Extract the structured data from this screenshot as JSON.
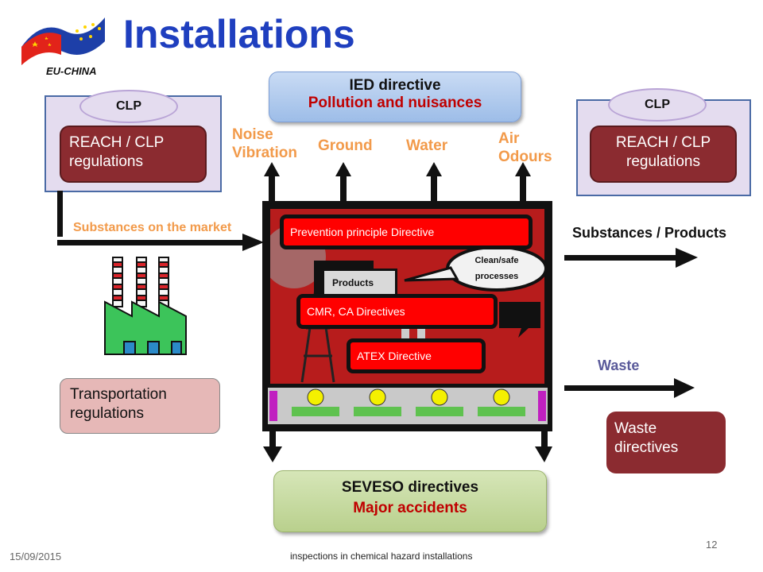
{
  "logo": {
    "text": "EU-CHINA"
  },
  "title": "Installations",
  "ied": {
    "title": "IED directive",
    "subtitle": "Pollution and nuisances"
  },
  "emissions": {
    "noise_line1": "Noise",
    "noise_line2": "Vibration",
    "ground": "Ground",
    "water": "Water",
    "air_line1": "Air",
    "air_line2": "Odours"
  },
  "left_panel": {
    "clp": "CLP",
    "reach_line1": "REACH / CLP",
    "reach_line2": "regulations"
  },
  "right_panel": {
    "clp": "CLP",
    "reach_line1": "REACH / CLP",
    "reach_line2": "regulations"
  },
  "substances_market": "Substances on the market",
  "substances_products": "Substances / Products",
  "plant": {
    "prevention": "Prevention principle Directive",
    "clean_line1": "Clean/safe",
    "clean_line2": "processes",
    "products": "Products",
    "cmr": "CMR, CA Directives",
    "atex": "ATEX Directive"
  },
  "waste_label": "Waste",
  "waste_box": {
    "line1": "Waste",
    "line2": "directives"
  },
  "transport": {
    "line1": "Transportation",
    "line2": "regulations"
  },
  "seveso": {
    "title": "SEVESO directives",
    "subtitle": "Major accidents"
  },
  "footer": {
    "date": "15/09/2015",
    "caption": "inspections in chemical hazard installations",
    "page": "12"
  },
  "colors": {
    "title_blue": "#1f3fbf",
    "label_orange": "#f29a4a",
    "red": "#c00000",
    "reach_box": "#8b2b30",
    "directive_bar": "#ff0000"
  }
}
